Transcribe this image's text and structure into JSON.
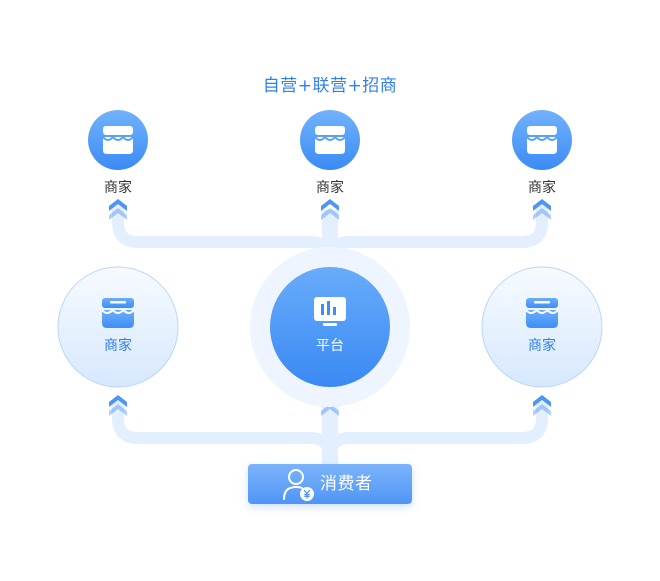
{
  "title": "自营+联营+招商",
  "colors": {
    "accent": "#2f7ff0",
    "node_blue_top": "#6fb0fb",
    "node_blue_bottom": "#3d8ef6",
    "pipe": "#e3efff",
    "arrow": "#4f95f6"
  },
  "nodes": {
    "top_left": {
      "label": "商家",
      "icon": "shop-icon"
    },
    "top_center": {
      "label": "商家",
      "icon": "shop-icon"
    },
    "top_right": {
      "label": "商家",
      "icon": "shop-icon"
    },
    "mid_left": {
      "label": "商家",
      "icon": "shop-icon"
    },
    "platform": {
      "label": "平台",
      "icon": "chart-monitor-icon"
    },
    "mid_right": {
      "label": "商家",
      "icon": "shop-icon"
    },
    "consumer": {
      "label": "消费者",
      "icon": "user-yen-icon"
    }
  }
}
